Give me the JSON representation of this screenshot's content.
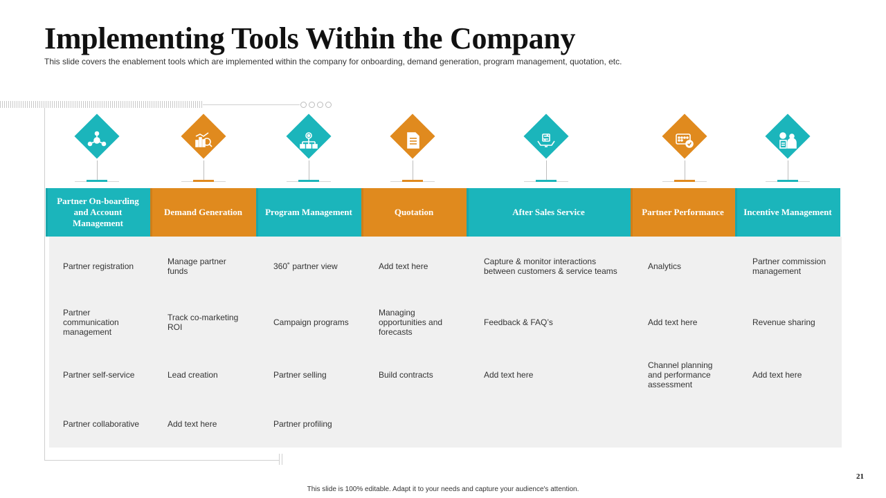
{
  "slide": {
    "title": "Implementing Tools Within the Company",
    "subtitle": "This slide covers the enablement tools which are implemented within the company for onboarding, demand generation, program management, quotation, etc.",
    "footer": "This slide is 100% editable. Adapt it to your needs and capture your audience's attention.",
    "page_number": "21"
  },
  "colors": {
    "teal": "#1bb5bb",
    "orange": "#e08a1e",
    "cell_bg": "#f0f0f0"
  },
  "columns": [
    {
      "header": "Partner On-boarding and Account Management",
      "color": "teal",
      "icon": "network-gear-icon",
      "items": [
        "Partner registration",
        "Partner communication management",
        "Partner self-service",
        "Partner collaborative"
      ]
    },
    {
      "header": "Demand Generation",
      "color": "orange",
      "icon": "chart-magnifier-icon",
      "items": [
        "Manage partner funds",
        "Track co-marketing ROI",
        "Lead creation",
        "Add text here"
      ]
    },
    {
      "header": "Program Management",
      "color": "teal",
      "icon": "gear-hierarchy-icon",
      "items": [
        "360˚ partner view",
        "Campaign programs",
        "Partner selling",
        "Partner profiling"
      ]
    },
    {
      "header": "Quotation",
      "color": "orange",
      "icon": "document-icon",
      "items": [
        "Add text here",
        "Managing opportunities and forecasts",
        "Build contracts",
        ""
      ]
    },
    {
      "header": "After Sales Service",
      "color": "teal",
      "icon": "hands-cycle-icon",
      "items": [
        "Capture & monitor interactions between customers & service teams",
        "Feedback & FAQ’s",
        "Add text here",
        ""
      ]
    },
    {
      "header": "Partner Performance",
      "color": "orange",
      "icon": "rating-check-icon",
      "items": [
        "Analytics",
        "Add text here",
        "Channel planning and performance assessment",
        ""
      ]
    },
    {
      "header": "Incentive Management",
      "color": "teal",
      "icon": "person-dollar-icon",
      "items": [
        "Partner commission management",
        "Revenue sharing",
        "Add text here",
        ""
      ]
    }
  ]
}
